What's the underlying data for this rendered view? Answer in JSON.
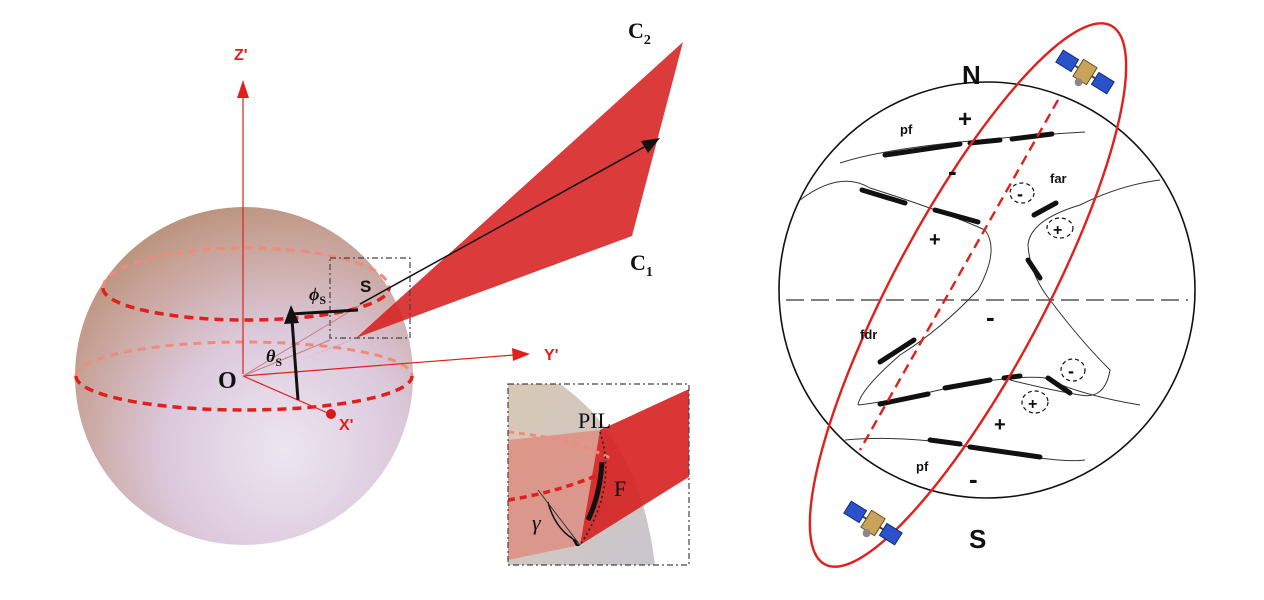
{
  "left_panel": {
    "axis_z": "Z'",
    "axis_y": "Y'",
    "axis_x": "X'",
    "origin": "O",
    "point_s": "S",
    "phi": "ϕ",
    "phi_sub": "S",
    "theta": "θ",
    "theta_sub": "S",
    "c1": "C",
    "c1_sub": "1",
    "c2": "C",
    "c2_sub": "2",
    "inset": {
      "pil": "PIL",
      "f": "F",
      "gamma": "γ"
    },
    "colors": {
      "axis": "#e0201c",
      "filament": "#d62020"
    }
  },
  "right_panel": {
    "north": "N",
    "south": "S",
    "labels": {
      "pf_top": "pf",
      "pf_bottom": "pf",
      "far": "far",
      "fdr": "fdr"
    },
    "signs": {
      "plus_top": "+",
      "minus_top": "-",
      "plus_left": "+",
      "minus_center": "-",
      "plus_lower": "+",
      "minus_bottom": "-",
      "circ_minus_top": "-",
      "circ_plus_top": "+",
      "circ_minus_low": "-",
      "circ_plus_low": "+"
    },
    "icons": [
      "satellite-icon",
      "satellite-icon"
    ],
    "colors": {
      "orbit": "#e0201c"
    }
  }
}
